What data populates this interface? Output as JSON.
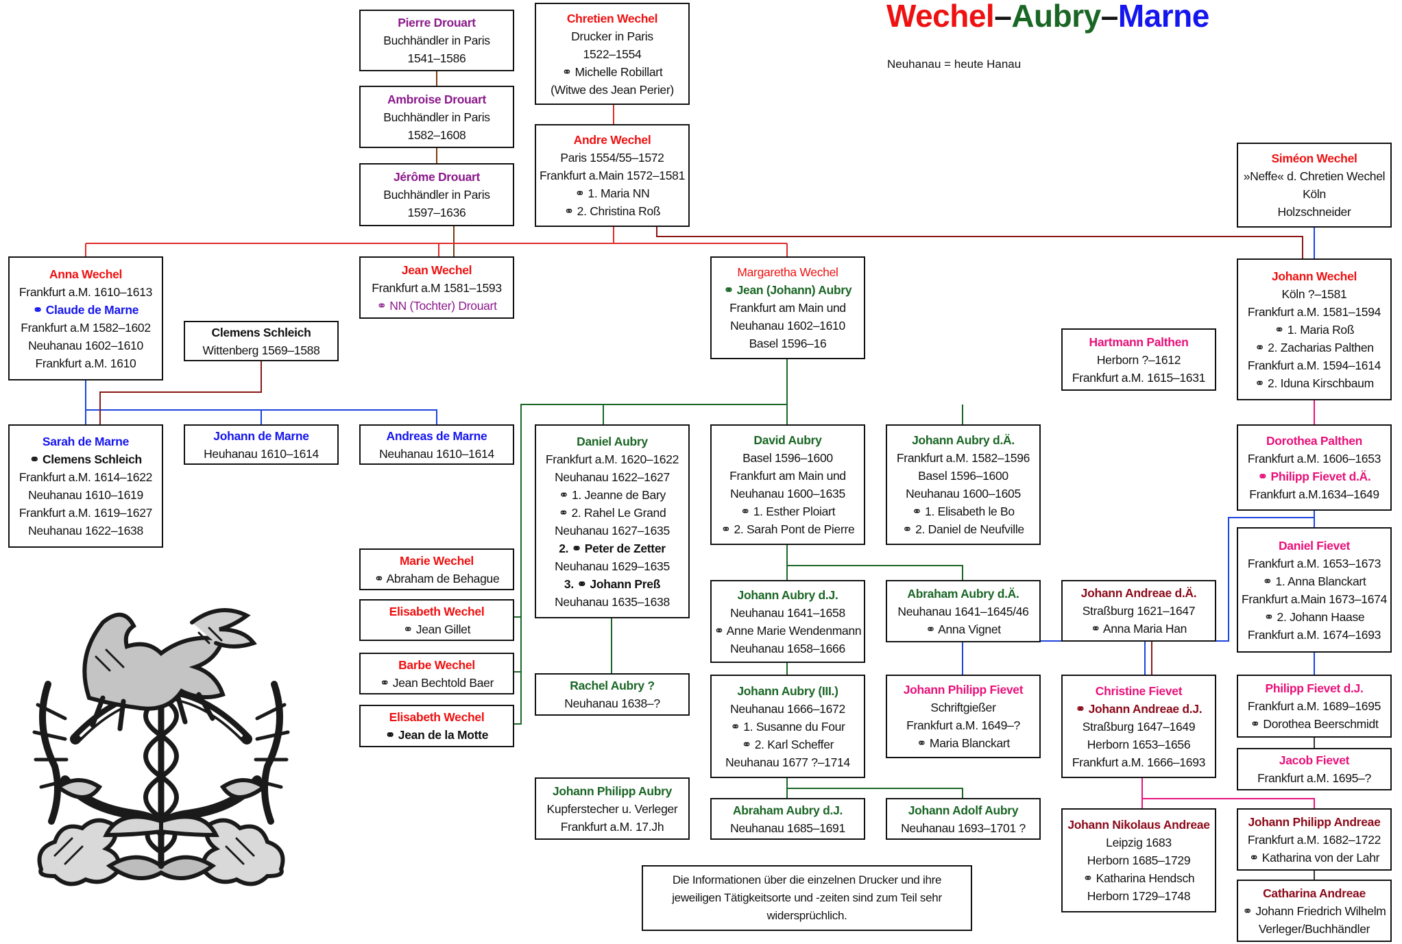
{
  "title": {
    "part1": "Wechel",
    "dash1": "–",
    "part2": "Aubry",
    "dash2": "–",
    "part3": "Marne"
  },
  "subtitle": "Neuhanau = heute Hanau",
  "colors": {
    "wechel": "#ee1111",
    "aubry": "#1a6625",
    "marne": "#1515ee",
    "drouart": "#8b1a8b",
    "palthen_fievet": "#e8117a",
    "andreae": "#8b0a1a",
    "black": "#111111",
    "line_red": "#e02a2a",
    "line_darkred": "#8b1616",
    "line_brown": "#7a3a0a",
    "line_green": "#1a6625",
    "line_blue": "#1a44dd",
    "line_magenta": "#e8117a",
    "line_gray": "#333333"
  },
  "crest": {
    "icon": "printer-mark-caduceus-pegasus-icon"
  },
  "people": [
    {
      "id": "pierre-drouart",
      "lines": [
        {
          "t": "Pierre Drouart",
          "c": "drouart",
          "b": true
        },
        {
          "t": "Buchhändler in Paris"
        },
        {
          "t": "1541–1586"
        }
      ]
    },
    {
      "id": "ambroise-drouart",
      "lines": [
        {
          "t": "Ambroise Drouart",
          "c": "drouart",
          "b": true
        },
        {
          "t": "Buchhändler in Paris"
        },
        {
          "t": "1582–1608"
        }
      ]
    },
    {
      "id": "jerome-drouart",
      "lines": [
        {
          "t": "Jérôme Drouart",
          "c": "drouart",
          "b": true
        },
        {
          "t": "Buchhändler in Paris"
        },
        {
          "t": "1597–1636"
        }
      ]
    },
    {
      "id": "chretien-wechel",
      "lines": [
        {
          "t": "Chretien Wechel",
          "c": "wechel",
          "b": true
        },
        {
          "t": "Drucker in Paris"
        },
        {
          "t": "1522–1554"
        },
        {
          "t": "⚭ Michelle Robillart"
        },
        {
          "t": "(Witwe des Jean Perier)"
        }
      ]
    },
    {
      "id": "andre-wechel",
      "lines": [
        {
          "t": "Andre Wechel",
          "c": "wechel",
          "b": true
        },
        {
          "t": "Paris 1554/55–1572"
        },
        {
          "t": "Frankfurt a.Main 1572–1581"
        },
        {
          "t": "⚭ 1. Maria NN"
        },
        {
          "t": "⚭ 2. Christina Roß"
        }
      ]
    },
    {
      "id": "simeon-wechel",
      "lines": [
        {
          "t": "Siméon Wechel",
          "c": "wechel",
          "b": true
        },
        {
          "t": "»Neffe« d. Chretien Wechel"
        },
        {
          "t": "Köln"
        },
        {
          "t": "Holzschneider"
        }
      ]
    },
    {
      "id": "anna-wechel",
      "lines": [
        {
          "t": "Anna Wechel",
          "c": "wechel",
          "b": true
        },
        {
          "t": "Frankfurt a.M. 1610–1613"
        },
        {
          "t": "⚭ Claude de Marne",
          "c": "marne",
          "b": true
        },
        {
          "t": "Frankfurt a.M 1582–1602"
        },
        {
          "t": "Neuhanau 1602–1610"
        },
        {
          "t": "Frankfurt a.M. 1610"
        }
      ]
    },
    {
      "id": "jean-wechel",
      "lines": [
        {
          "t": "Jean Wechel",
          "c": "wechel",
          "b": true
        },
        {
          "t": "Frankfurt a.M 1581–1593"
        },
        {
          "t": "⚭ NN (Tochter) Drouart",
          "c": "drouart"
        }
      ]
    },
    {
      "id": "margaretha-wechel",
      "lines": [
        {
          "t": "Margaretha Wechel",
          "c": "wechel"
        },
        {
          "t": "⚭ Jean (Johann) Aubry",
          "c": "aubry",
          "b": true
        },
        {
          "t": "Frankfurt am Main und"
        },
        {
          "t": "Neuhanau 1602–1610"
        },
        {
          "t": "Basel 1596–16"
        }
      ]
    },
    {
      "id": "johann-wechel",
      "lines": [
        {
          "t": "Johann Wechel",
          "c": "wechel",
          "b": true
        },
        {
          "t": "Köln ?–1581"
        },
        {
          "t": "Frankfurt a.M. 1581–1594"
        },
        {
          "t": "⚭ 1. Maria Roß"
        },
        {
          "t": "⚭ 2. Zacharias Palthen"
        },
        {
          "t": "Frankfurt a.M. 1594–1614"
        },
        {
          "t": "⚭ 2. Iduna Kirschbaum"
        }
      ]
    },
    {
      "id": "clemens-schleich",
      "lines": [
        {
          "t": "Clemens Schleich",
          "b": true
        },
        {
          "t": "Wittenberg 1569–1588"
        }
      ]
    },
    {
      "id": "hartmann-palthen",
      "lines": [
        {
          "t": "Hartmann Palthen",
          "c": "palthen_fievet",
          "b": true
        },
        {
          "t": "Herborn ?–1612"
        },
        {
          "t": "Frankfurt a.M. 1615–1631"
        }
      ]
    },
    {
      "id": "sarah-de-marne",
      "lines": [
        {
          "t": "Sarah de Marne",
          "c": "marne",
          "b": true
        },
        {
          "t": "⚭ Clemens Schleich",
          "b": true
        },
        {
          "t": "Frankfurt a.M. 1614–1622"
        },
        {
          "t": "Neuhanau 1610–1619"
        },
        {
          "t": "Frankfurt a.M. 1619–1627"
        },
        {
          "t": "Neuhanau 1622–1638"
        }
      ]
    },
    {
      "id": "johann-de-marne",
      "lines": [
        {
          "t": "Johann de Marne",
          "c": "marne",
          "b": true
        },
        {
          "t": "Heuhanau 1610–1614"
        }
      ]
    },
    {
      "id": "andreas-de-marne",
      "lines": [
        {
          "t": "Andreas de Marne",
          "c": "marne",
          "b": true
        },
        {
          "t": "Neuhanau 1610–1614"
        }
      ]
    },
    {
      "id": "daniel-aubry",
      "lines": [
        {
          "t": "Daniel Aubry",
          "c": "aubry",
          "b": true
        },
        {
          "t": "Frankfurt a.M. 1620–1622"
        },
        {
          "t": "Neuhanau 1622–1627"
        },
        {
          "t": "⚭ 1. Jeanne de Bary"
        },
        {
          "t": "⚭ 2. Rahel Le Grand"
        },
        {
          "t": "Neuhanau 1627–1635"
        },
        {
          "t": "2. ⚭ Peter de Zetter",
          "b": true
        },
        {
          "t": "Neuhanau 1629–1635"
        },
        {
          "t": "3. ⚭ Johann Preß",
          "b": true
        },
        {
          "t": "Neuhanau 1635–1638"
        }
      ]
    },
    {
      "id": "david-aubry",
      "lines": [
        {
          "t": "David Aubry",
          "c": "aubry",
          "b": true
        },
        {
          "t": "Basel 1596–1600"
        },
        {
          "t": "Frankfurt am Main und"
        },
        {
          "t": "Neuhanau 1600–1635"
        },
        {
          "t": "⚭ 1. Esther Ploiart"
        },
        {
          "t": "⚭ 2. Sarah Pont de Pierre"
        }
      ]
    },
    {
      "id": "johann-aubry-da",
      "lines": [
        {
          "t": "Johann Aubry d.Ä.",
          "c": "aubry",
          "b": true
        },
        {
          "t": "Frankfurt a.M. 1582–1596"
        },
        {
          "t": "Basel 1596–1600"
        },
        {
          "t": "Neuhanau 1600–1605"
        },
        {
          "t": "⚭ 1. Elisabeth le Bo"
        },
        {
          "t": "⚭ 2. Daniel de Neufville"
        }
      ]
    },
    {
      "id": "dorothea-palthen",
      "lines": [
        {
          "t": "Dorothea Palthen",
          "c": "palthen_fievet",
          "b": true
        },
        {
          "t": "Frankfurt a.M. 1606–1653"
        },
        {
          "t": "⚭ Philipp Fievet d.Ä.",
          "c": "palthen_fievet",
          "b": true
        },
        {
          "t": "Frankfurt a.M.1634–1649"
        }
      ]
    },
    {
      "id": "marie-wechel",
      "lines": [
        {
          "t": "Marie Wechel",
          "c": "wechel",
          "b": true
        },
        {
          "t": "⚭ Abraham de Behague"
        }
      ]
    },
    {
      "id": "elisabeth-wechel-1",
      "lines": [
        {
          "t": "Elisabeth Wechel",
          "c": "wechel",
          "b": true
        },
        {
          "t": "⚭ Jean Gillet"
        }
      ]
    },
    {
      "id": "barbe-wechel",
      "lines": [
        {
          "t": "Barbe Wechel",
          "c": "wechel",
          "b": true
        },
        {
          "t": "⚭ Jean Bechtold Baer"
        }
      ]
    },
    {
      "id": "elisabeth-wechel-2",
      "lines": [
        {
          "t": "Elisabeth Wechel",
          "c": "wechel",
          "b": true
        },
        {
          "t": "⚭ Jean de la Motte",
          "b": true
        }
      ]
    },
    {
      "id": "johann-aubry-dj",
      "lines": [
        {
          "t": "Johann Aubry d.J.",
          "c": "aubry",
          "b": true
        },
        {
          "t": "Neuhanau 1641–1658"
        },
        {
          "t": "⚭ Anne Marie Wendenmann"
        },
        {
          "t": "Neuhanau 1658–1666"
        }
      ]
    },
    {
      "id": "abraham-aubry-da",
      "lines": [
        {
          "t": "Abraham Aubry d.Ä.",
          "c": "aubry",
          "b": true
        },
        {
          "t": "Neuhanau 1641–1645/46"
        },
        {
          "t": "⚭ Anna Vignet"
        }
      ]
    },
    {
      "id": "johann-andreae-da",
      "lines": [
        {
          "t": "Johann Andreae d.Ä.",
          "c": "andreae",
          "b": true
        },
        {
          "t": "Straßburg 1621–1647"
        },
        {
          "t": "⚭ Anna Maria Han"
        }
      ]
    },
    {
      "id": "daniel-fievet",
      "lines": [
        {
          "t": "Daniel Fievet",
          "c": "palthen_fievet",
          "b": true
        },
        {
          "t": "Frankfurt a.M. 1653–1673"
        },
        {
          "t": "⚭ 1. Anna Blanckart"
        },
        {
          "t": "Frankfurt a.Main 1673–1674"
        },
        {
          "t": "⚭ 2. Johann Haase"
        },
        {
          "t": "Frankfurt a.M. 1674–1693"
        }
      ]
    },
    {
      "id": "rachel-aubry",
      "lines": [
        {
          "t": "Rachel Aubry ?",
          "c": "aubry",
          "b": true
        },
        {
          "t": "Neuhanau 1638–?"
        }
      ]
    },
    {
      "id": "johann-aubry-iii",
      "lines": [
        {
          "t": "Johann Aubry (III.)",
          "c": "aubry",
          "b": true
        },
        {
          "t": "Neuhanau 1666–1672"
        },
        {
          "t": "⚭ 1. Susanne du Four"
        },
        {
          "t": "⚭ 2. Karl Scheffer"
        },
        {
          "t": "Neuhanau 1677 ?–1714"
        }
      ]
    },
    {
      "id": "johann-philipp-fievet",
      "lines": [
        {
          "t": "Johann Philipp Fievet",
          "c": "palthen_fievet",
          "b": true
        },
        {
          "t": "Schriftgießer"
        },
        {
          "t": "Frankfurt a.M. 1649–?"
        },
        {
          "t": "⚭ Maria Blanckart"
        }
      ]
    },
    {
      "id": "christine-fievet",
      "lines": [
        {
          "t": "Christine Fievet",
          "c": "palthen_fievet",
          "b": true
        },
        {
          "t": "⚭ Johann Andreae d.J.",
          "c": "andreae",
          "b": true
        },
        {
          "t": "Straßburg 1647–1649"
        },
        {
          "t": "Herborn 1653–1656"
        },
        {
          "t": "Frankfurt a.M. 1666–1693"
        }
      ]
    },
    {
      "id": "philipp-fievet-dj",
      "lines": [
        {
          "t": "Philipp Fievet d.J.",
          "c": "palthen_fievet",
          "b": true
        },
        {
          "t": "Frankfurt a.M. 1689–1695"
        },
        {
          "t": "⚭ Dorothea Beerschmidt"
        }
      ]
    },
    {
      "id": "jacob-fievet",
      "lines": [
        {
          "t": "Jacob Fievet",
          "c": "palthen_fievet",
          "b": true
        },
        {
          "t": "Frankfurt a.M.  1695–?"
        }
      ]
    },
    {
      "id": "johann-philipp-aubry",
      "lines": [
        {
          "t": "Johann Philipp Aubry",
          "c": "aubry",
          "b": true
        },
        {
          "t": "Kupferstecher u. Verleger"
        },
        {
          "t": "Frankfurt a.M. 17.Jh"
        }
      ]
    },
    {
      "id": "abraham-aubry-dj",
      "lines": [
        {
          "t": "Abraham Aubry d.J.",
          "c": "aubry",
          "b": true
        },
        {
          "t": "Neuhanau 1685–1691"
        }
      ]
    },
    {
      "id": "johann-adolf-aubry",
      "lines": [
        {
          "t": "Johann Adolf Aubry",
          "c": "aubry",
          "b": true
        },
        {
          "t": "Neuhanau 1693–1701 ?"
        }
      ]
    },
    {
      "id": "johann-nikolaus-andreae",
      "lines": [
        {
          "t": "Johann Nikolaus Andreae",
          "c": "andreae",
          "b": true
        },
        {
          "t": "Leipzig 1683"
        },
        {
          "t": "Herborn 1685–1729"
        },
        {
          "t": "⚭ Katharina Hendsch"
        },
        {
          "t": "Herborn 1729–1748"
        }
      ]
    },
    {
      "id": "johann-philipp-andreae",
      "lines": [
        {
          "t": "Johann Philipp Andreae",
          "c": "andreae",
          "b": true
        },
        {
          "t": "Frankfurt a.M. 1682–1722"
        },
        {
          "t": "⚭ Katharina von der Lahr"
        }
      ]
    },
    {
      "id": "catharina-andreae",
      "lines": [
        {
          "t": "Catharina Andreae",
          "c": "andreae",
          "b": true
        },
        {
          "t": "⚭ Johann Friedrich Wilhelm"
        },
        {
          "t": "Verleger/Buchhändler"
        }
      ]
    },
    {
      "id": "info-note",
      "lines": [
        {
          "t": "Die Informationen über die einzelnen Drucker und ihre"
        },
        {
          "t": "jeweiligen Tätigkeitsorte und -zeiten sind zum Teil sehr"
        },
        {
          "t": "widersprüchlich."
        }
      ]
    }
  ]
}
